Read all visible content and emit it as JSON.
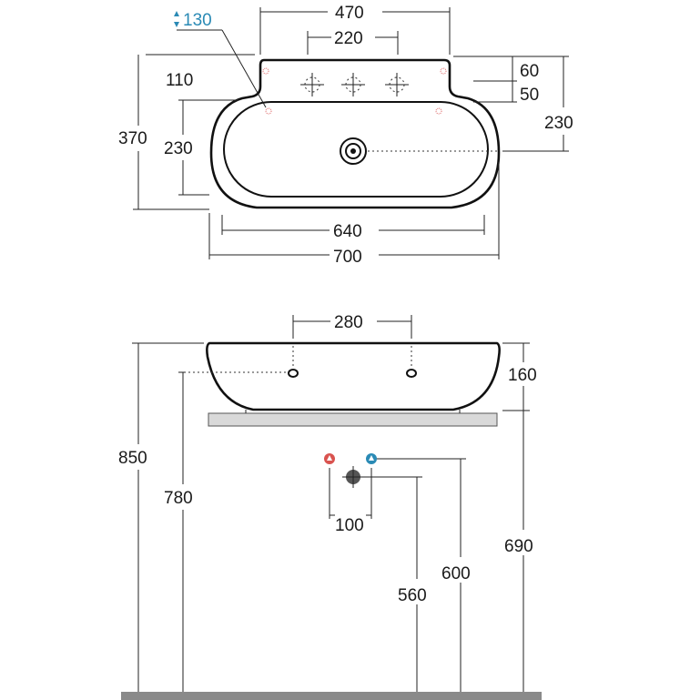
{
  "top_view": {
    "depth_callout": "130",
    "width_470": "470",
    "tap_spacing_220": "220",
    "height_110": "110",
    "height_370": "370",
    "height_230_left": "230",
    "depth_60": "60",
    "depth_50": "50",
    "depth_230_right": "230",
    "width_640": "640",
    "width_700": "700"
  },
  "side_view": {
    "spacing_280": "280",
    "height_160": "160",
    "height_850": "850",
    "height_780": "780",
    "spacing_100": "100",
    "height_600": "600",
    "height_560": "560",
    "height_690": "690"
  },
  "colors": {
    "hot_valve": "#d9534f",
    "cold_valve": "#2a8ab5",
    "callout_text": "#2a8ab5",
    "counter_top": "#d9d9d9",
    "floor": "#8a8a8a"
  }
}
